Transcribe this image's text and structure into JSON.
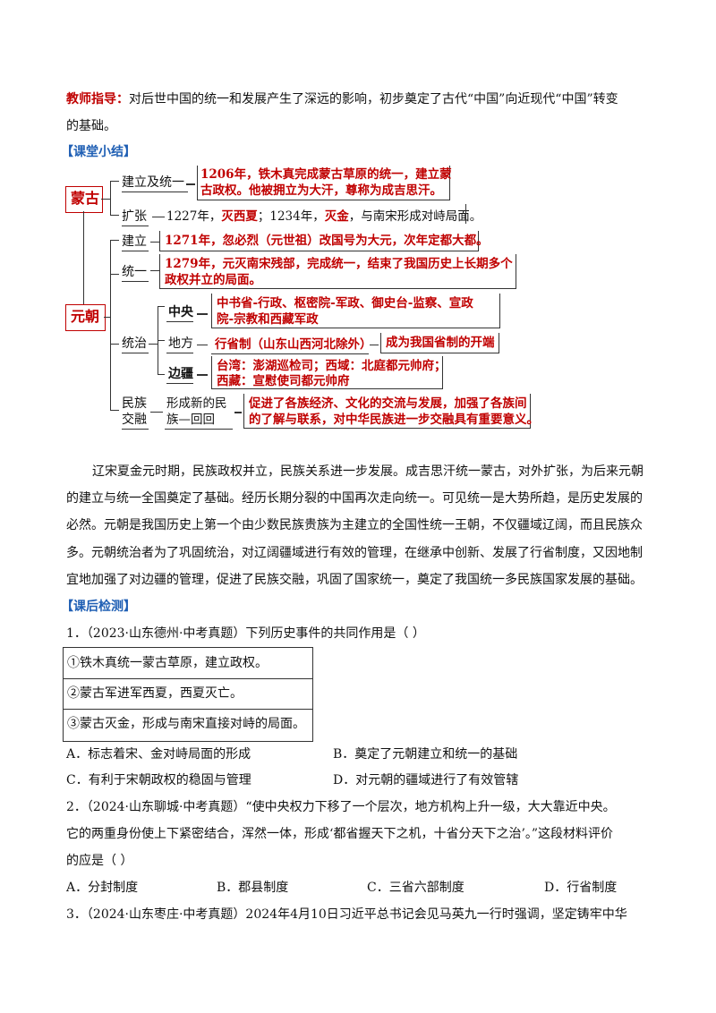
{
  "intro": {
    "label": "教师指导：",
    "line1": "对后世中国的统一和发展产生了深远的影响，初步奠定了古代“中国”向近现代“中国”转变",
    "line2": "的基础。"
  },
  "summary_title": "【课堂小结】",
  "mindmap": {
    "mongol": "蒙古",
    "yuan": "元朝",
    "b_jianli_tongyi": "建立及统一",
    "t_1206_a": "1206年，铁木真完成蒙古草原的统一，建立蒙",
    "t_1206_b": "古政权。他被拥立为大汗，尊称为成吉思汗。",
    "b_kuozhang": "扩张",
    "t_kz_1": "1227年，",
    "t_kz_2": "灭西夏",
    "t_kz_3": "；1234年，",
    "t_kz_4": "灭金",
    "t_kz_5": "，与南宋形成对峙局面。",
    "b_jianli": "建立",
    "t_1271": "1271年，忽必烈（元世祖）改国号为大元，次年定都大都。",
    "b_tongyi": "统一",
    "t_1279_a": "1279年，元灭南宋残部，完成统一，结束了我国历史上长期多个",
    "t_1279_b": "政权并立的局面。",
    "b_tongzhi": "统治",
    "b_zhongyang": "中央",
    "t_zy_a": "中书省-行政、枢密院-军政、御史台-监察、宣政",
    "t_zy_b": "院-宗教和西藏军政",
    "b_difang": "地方",
    "t_df": "行省制（山东山西河北除外）",
    "t_df_note": "成为我国省制的开端",
    "b_bianjiang": "边疆",
    "t_bj_a": "台湾：澎湖巡检司；西域：北庭都元帅府；",
    "t_bj_b": "西藏：宣慰使司都元帅府",
    "b_minzu_a": "民族",
    "b_minzu_b": "交融",
    "t_mz_a": "形成新的民",
    "t_mz_b": "族—回回",
    "t_mz_c": "促进了各族经济、文化的交流与发展，加强了各族间",
    "t_mz_d": "的了解与联系，对中华民族进一步交融具有重要意义。"
  },
  "para": [
    "辽宋夏金元时期，民族政权并立，民族关系进一步发展。成吉思汗统一蒙古，对外扩张，为后来元朝",
    "的建立与统一全国奠定了基础。经历长期分裂的中国再次走向统一。可见统一是大势所趋，是历史发展的",
    "必然。元朝是我国历史上第一个由少数民族贵族为主建立的全国性统一王朝，不仅疆域辽阔，而且民族众",
    "多。元朝统治者为了巩固统治，对辽阔疆域进行有效的管理，在继承中创新、发展了行省制度，又因地制",
    "宜地加强了对边疆的管理，促进了民族交融，巩固了国家统一，奠定了我国统一多民族国家发展的基础。"
  ],
  "test_title": "【课后检测】",
  "q1": {
    "stem": "1．（2023·山东德州·中考真题）下列历史事件的共同作用是（        ）",
    "items": [
      "①铁木真统一蒙古草原，建立政权。",
      "②蒙古军进军西夏，西夏灭亡。",
      "③蒙古灭金，形成与南宋直接对峙的局面。"
    ],
    "A": "A．标志着宋、金对峙局面的形成",
    "B": "B．奠定了元朝建立和统一的基础",
    "C": "C．有利于宋朝政权的稳固与管理",
    "D": "D．对元朝的疆域进行了有效管辖"
  },
  "q2": {
    "l1": "2．（2024·山东聊城·中考真题）“使中央权力下移了一个层次，地方机构上升一级，大大靠近中央。",
    "l2": "它的两重身份使上下紧密结合，浑然一体，形成‘都省握天下之机，十省分天下之治’。”这段材料评价",
    "l3": "的应是（        ）",
    "A": "A．分封制度",
    "B": "B．郡县制度",
    "C": "C．三省六部制度",
    "D": "D．行省制度"
  },
  "q3": {
    "l1": "3．（2024·山东枣庄·中考真题）2024年4月10日习近平总书记会见马英九一行时强调，坚定铸牢中华"
  },
  "colors": {
    "accent_red": "#c00000",
    "heading_blue": "#1f5fb4"
  }
}
